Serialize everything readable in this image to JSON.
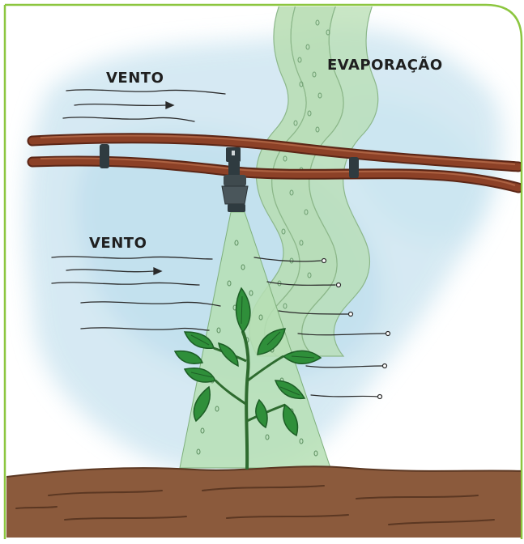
{
  "labels": {
    "wind_top": "VENTO",
    "wind_mid": "VENTO",
    "evaporation": "EVAPORAÇÃO"
  },
  "colors": {
    "frame_border": "#8cc63f",
    "sky_wash": "#cde6f1",
    "pipe": "#7a3b22",
    "pipe_highlight": "#a9583a",
    "clamp": "#2f3b40",
    "sprinkler": "#3f4a4e",
    "spray_cone": "#b6dfb4",
    "evaporation_plume": "#b7ddb2",
    "leaf": "#2f8f3a",
    "leaf_vein": "#1d5e26",
    "soil": "#8b5a3c",
    "soil_dark": "#5b3722",
    "wind_line": "#2a2a2a"
  },
  "icons": [
    "wind-lines",
    "evaporation-plume",
    "irrigation-pipe",
    "sprinkler-nozzle",
    "spray-cone",
    "plant",
    "soil"
  ]
}
